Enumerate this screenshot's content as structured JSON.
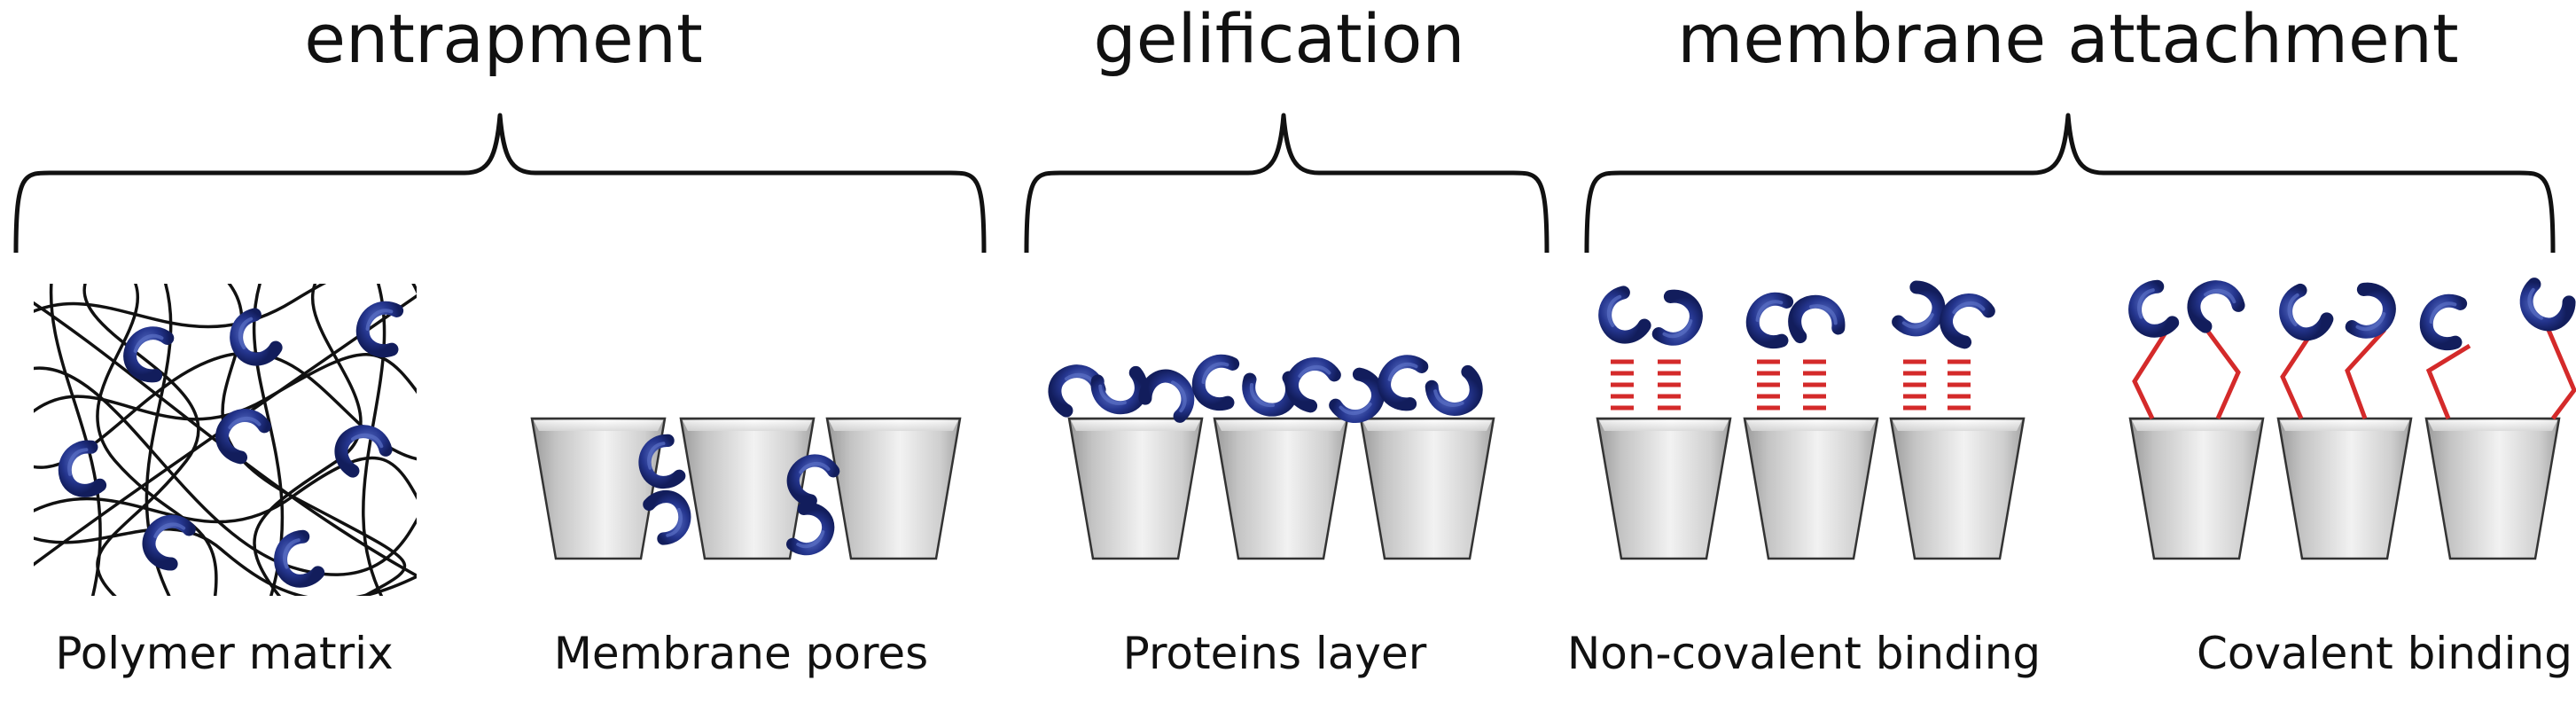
{
  "groups": [
    {
      "heading": "entrapment"
    },
    {
      "heading": "gelification"
    },
    {
      "heading": "membrane attachment"
    }
  ],
  "panels": [
    {
      "caption": "Polymer matrix"
    },
    {
      "caption": "Membrane pores"
    },
    {
      "caption": "Proteins layer"
    },
    {
      "caption": "Non-covalent binding"
    },
    {
      "caption": "Covalent binding"
    }
  ],
  "colors": {
    "protein": "#1f2f86",
    "protein_highlight": "#5a6fc4",
    "linker": "#d42a2a",
    "fiber": "#111111",
    "brace": "#111111",
    "membrane_fill": "#c9c9c9",
    "membrane_edge": "#333333"
  }
}
